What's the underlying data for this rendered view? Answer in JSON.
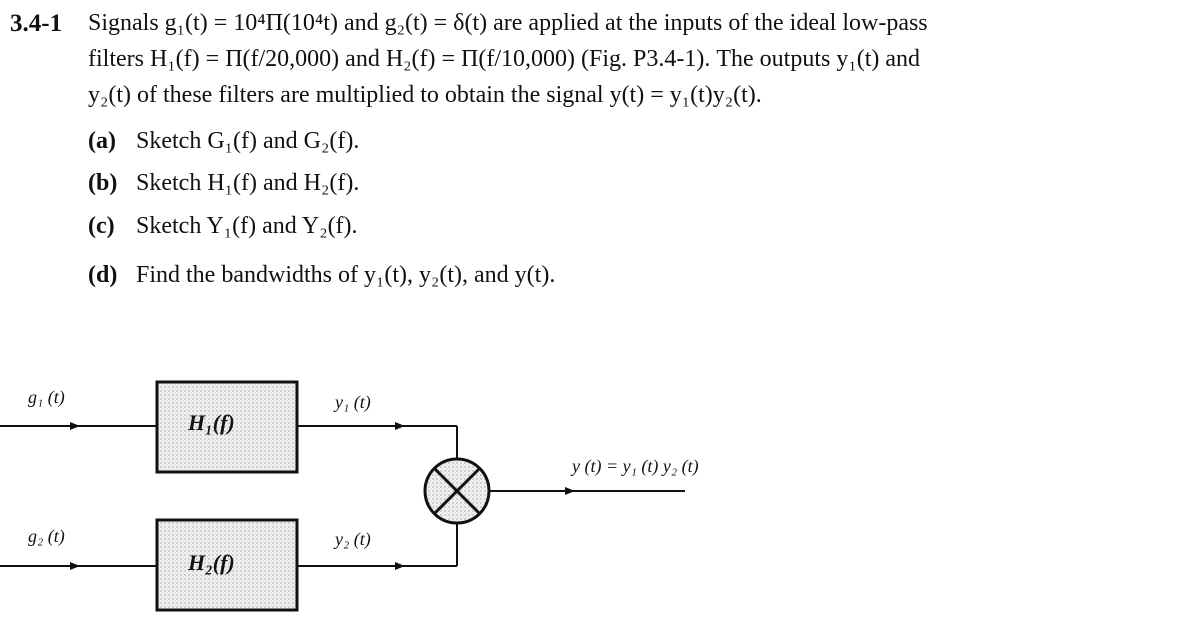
{
  "problem": {
    "number": "3.4-1",
    "line1": "Signals g₁(t) = 10⁴Π(10⁴t) and g₂(t) = δ(t) are applied at the inputs of the ideal low-pass",
    "line2": "filters H₁(f) = Π(f/20,000) and H₂(f) = Π(f/10,000) (Fig. P3.4-1). The outputs y₁(t) and",
    "line3": "y₂(t) of these filters are multiplied to obtain the signal y(t) = y₁(t)y₂(t).",
    "parts": [
      {
        "tag": "(a)",
        "text": "Sketch G₁(f) and G₂(f)."
      },
      {
        "tag": "(b)",
        "text": "Sketch H₁(f) and H₂(f)."
      },
      {
        "tag": "(c)",
        "text": "Sketch Y₁(f) and Y₂(f)."
      },
      {
        "tag": "(d)",
        "text": "Find the bandwidths of y₁(t), y₂(t), and y(t)."
      }
    ]
  },
  "diagram": {
    "input1": "g₁ (t)",
    "input2": "g₂ (t)",
    "filter1": "H₁(f)",
    "filter2": "H₂(f)",
    "output1": "y₁ (t)",
    "output2": "y₂ (t)",
    "output": "y (t) = y₁ (t) y₂ (t)"
  }
}
